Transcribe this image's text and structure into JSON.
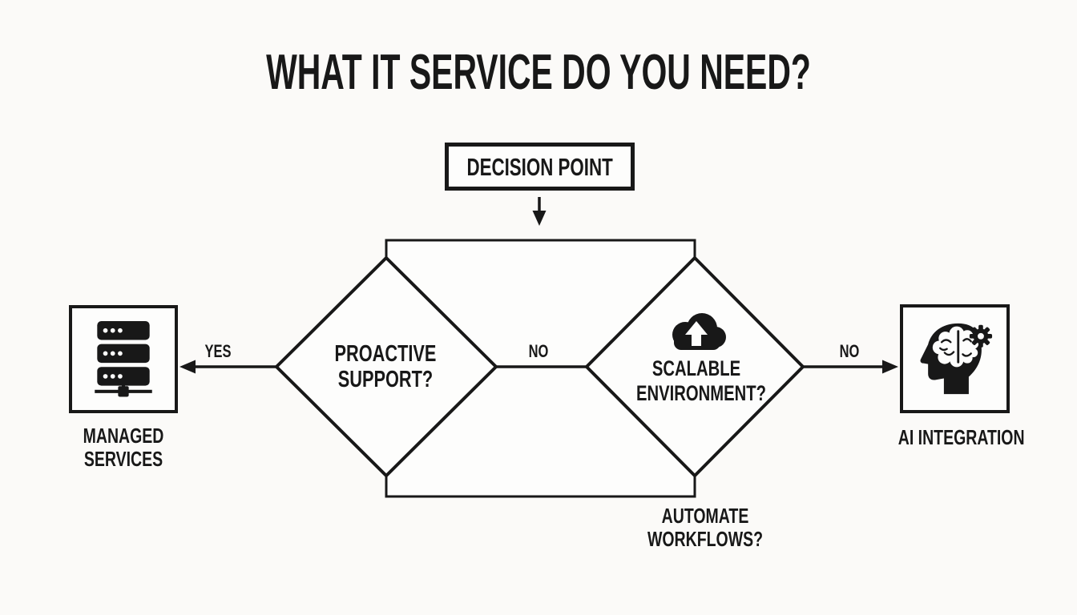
{
  "colors": {
    "background": "#fbfaf8",
    "ink": "#181818",
    "shape_fill": "#fdfdfc"
  },
  "title": "WHAT IT SERVICE DO YOU NEED?",
  "decision_box": {
    "label": "DECISION POINT"
  },
  "diamonds": [
    {
      "name": "proactive-support",
      "icon": null,
      "lines": [
        "PROACTIVE",
        "SUPPORT?"
      ]
    },
    {
      "name": "scalable-environment",
      "icon": "cloud-upload-icon",
      "lines": [
        "SCALABLE",
        "ENVIRONMENT?"
      ]
    }
  ],
  "edges": {
    "yes": {
      "label": "YES"
    },
    "no_middle": {
      "label": "NO"
    },
    "no_right": {
      "label": "NO"
    }
  },
  "outcomes": [
    {
      "name": "managed-services",
      "icon": "server-stack-icon",
      "lines": [
        "MANAGED",
        "SERVICES"
      ]
    },
    {
      "name": "ai-integration",
      "icon": "ai-head-icon",
      "lines": [
        "AI INTEGRATION"
      ]
    }
  ],
  "bottom_question": {
    "lines": [
      "AUTOMATE",
      "WORKFLOWS?"
    ]
  }
}
